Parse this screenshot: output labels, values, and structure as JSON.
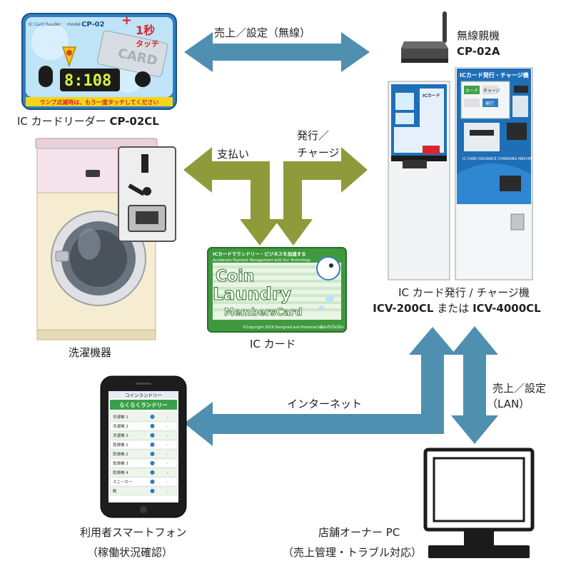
{
  "devices": {
    "card_reader": {
      "label_prefix": "IC カードリーダー",
      "model": "CP-02CL",
      "screen": {
        "brand": "IC Card Reader",
        "model_word": "model",
        "model": "CP-02",
        "badge_top": "1秒",
        "badge_bottom": "タッチ",
        "display": "8:108",
        "card_word": "CARD",
        "notice": "ランプ点滅時は、もう一度タッチしてください"
      }
    },
    "wireless_unit": {
      "name": "無線親機",
      "model": "CP-02A"
    },
    "washer": {
      "label": "洗濯機器"
    },
    "ic_card": {
      "label": "IC カード",
      "tagline": "ICカードでランドリー・ビジネスを加速する",
      "subtitle": "Accelerate Payment Management with Our Technology",
      "line1": "Coin",
      "line2": "Laundry",
      "line3": "MembersCard",
      "copyright": "©Copyright 2016 Designed and Produced by",
      "maker": "AsahiSeiko"
    },
    "issuer": {
      "label": "IC カード発行 / チャージ機",
      "model_a": "ICV-200CL",
      "connector": "または",
      "model_b": "ICV-4000CL",
      "panel_title": "ICカード発行・チャージ機",
      "buttons": [
        "カード",
        "チャージ",
        "発行"
      ],
      "logo": "IC CARD ISSUANCE CHARGING MACHINE"
    },
    "phone": {
      "label": "利用者スマートフォン",
      "sub": "（稼働状況確認）",
      "app_title": "コインランドリー",
      "app_banner": "らくらくランドリー",
      "rows": [
        [
          "洗濯機 1",
          "●",
          "-"
        ],
        [
          "洗濯機 2",
          "●",
          "-"
        ],
        [
          "洗濯機 3",
          "●",
          "-"
        ],
        [
          "乾燥機 1",
          "●",
          "-"
        ],
        [
          "乾燥機 2",
          "●",
          "-"
        ],
        [
          "乾燥機 3",
          "●",
          "-"
        ],
        [
          "乾燥機 4",
          "●",
          "-"
        ],
        [
          "スニーカー",
          "●",
          "-"
        ],
        [
          "靴",
          "●",
          "-"
        ]
      ]
    },
    "owner_pc": {
      "label": "店舗オーナー PC",
      "sub": "（売上管理・トラブル対応）"
    }
  },
  "flows": {
    "wireless": "売上／設定（無線）",
    "payment": "支払い",
    "issue_line1": "発行／",
    "issue_line2": "チャージ",
    "internet": "インターネット",
    "lan_line1": "売上／設定",
    "lan_line2": "（LAN）"
  },
  "colors": {
    "blue_arrow": "#4f8fb0",
    "olive_arrow": "#8f9a3a",
    "card_green": "#3f9a3e",
    "reader_blue": "#2f7fc4",
    "badge_red": "#d7262d",
    "screen_blue": "#163c7a"
  }
}
